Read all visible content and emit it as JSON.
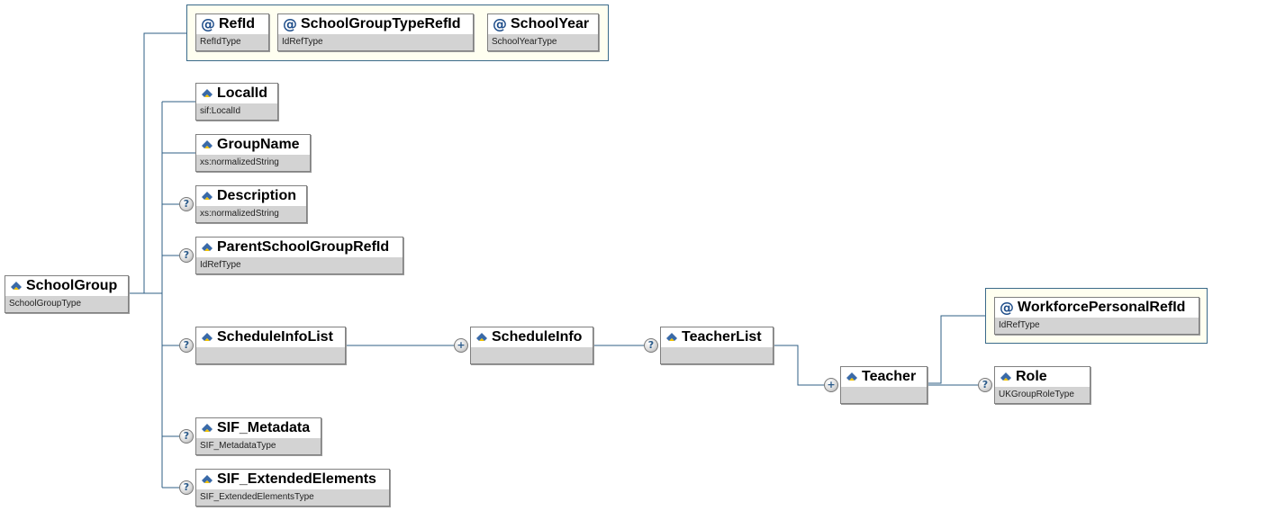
{
  "root": {
    "name": "SchoolGroup",
    "type": "SchoolGroupType"
  },
  "attributes": [
    {
      "name": "RefId",
      "type": "RefIdType"
    },
    {
      "name": "SchoolGroupTypeRefId",
      "type": "IdRefType"
    },
    {
      "name": "SchoolYear",
      "type": "SchoolYearType"
    }
  ],
  "children": {
    "local_id": {
      "name": "LocalId",
      "type": "sif:LocalId"
    },
    "group_name": {
      "name": "GroupName",
      "type": "xs:normalizedString"
    },
    "description": {
      "name": "Description",
      "type": "xs:normalizedString",
      "badge": "?"
    },
    "parent_ref": {
      "name": "ParentSchoolGroupRefId",
      "type": "IdRefType",
      "badge": "?"
    },
    "schedule_info_list": {
      "name": "ScheduleInfoList",
      "type": "",
      "badge": "?"
    },
    "sif_metadata": {
      "name": "SIF_Metadata",
      "type": "SIF_MetadataType",
      "badge": "?"
    },
    "sif_extended": {
      "name": "SIF_ExtendedElements",
      "type": "SIF_ExtendedElementsType",
      "badge": "?"
    }
  },
  "schedule_info": {
    "name": "ScheduleInfo",
    "type": "",
    "badge": "+"
  },
  "teacher_list": {
    "name": "TeacherList",
    "type": "",
    "badge": "?"
  },
  "teacher": {
    "name": "Teacher",
    "type": "",
    "badge": "+",
    "attribute": {
      "name": "WorkforcePersonalRefId",
      "type": "IdRefType"
    },
    "role": {
      "name": "Role",
      "type": "UKGroupRoleType",
      "badge": "?"
    }
  },
  "colors": {
    "connector": "#2f5f85",
    "attr_group_bg": "#fffff0",
    "badge_glyph": "#2a5a8a"
  }
}
